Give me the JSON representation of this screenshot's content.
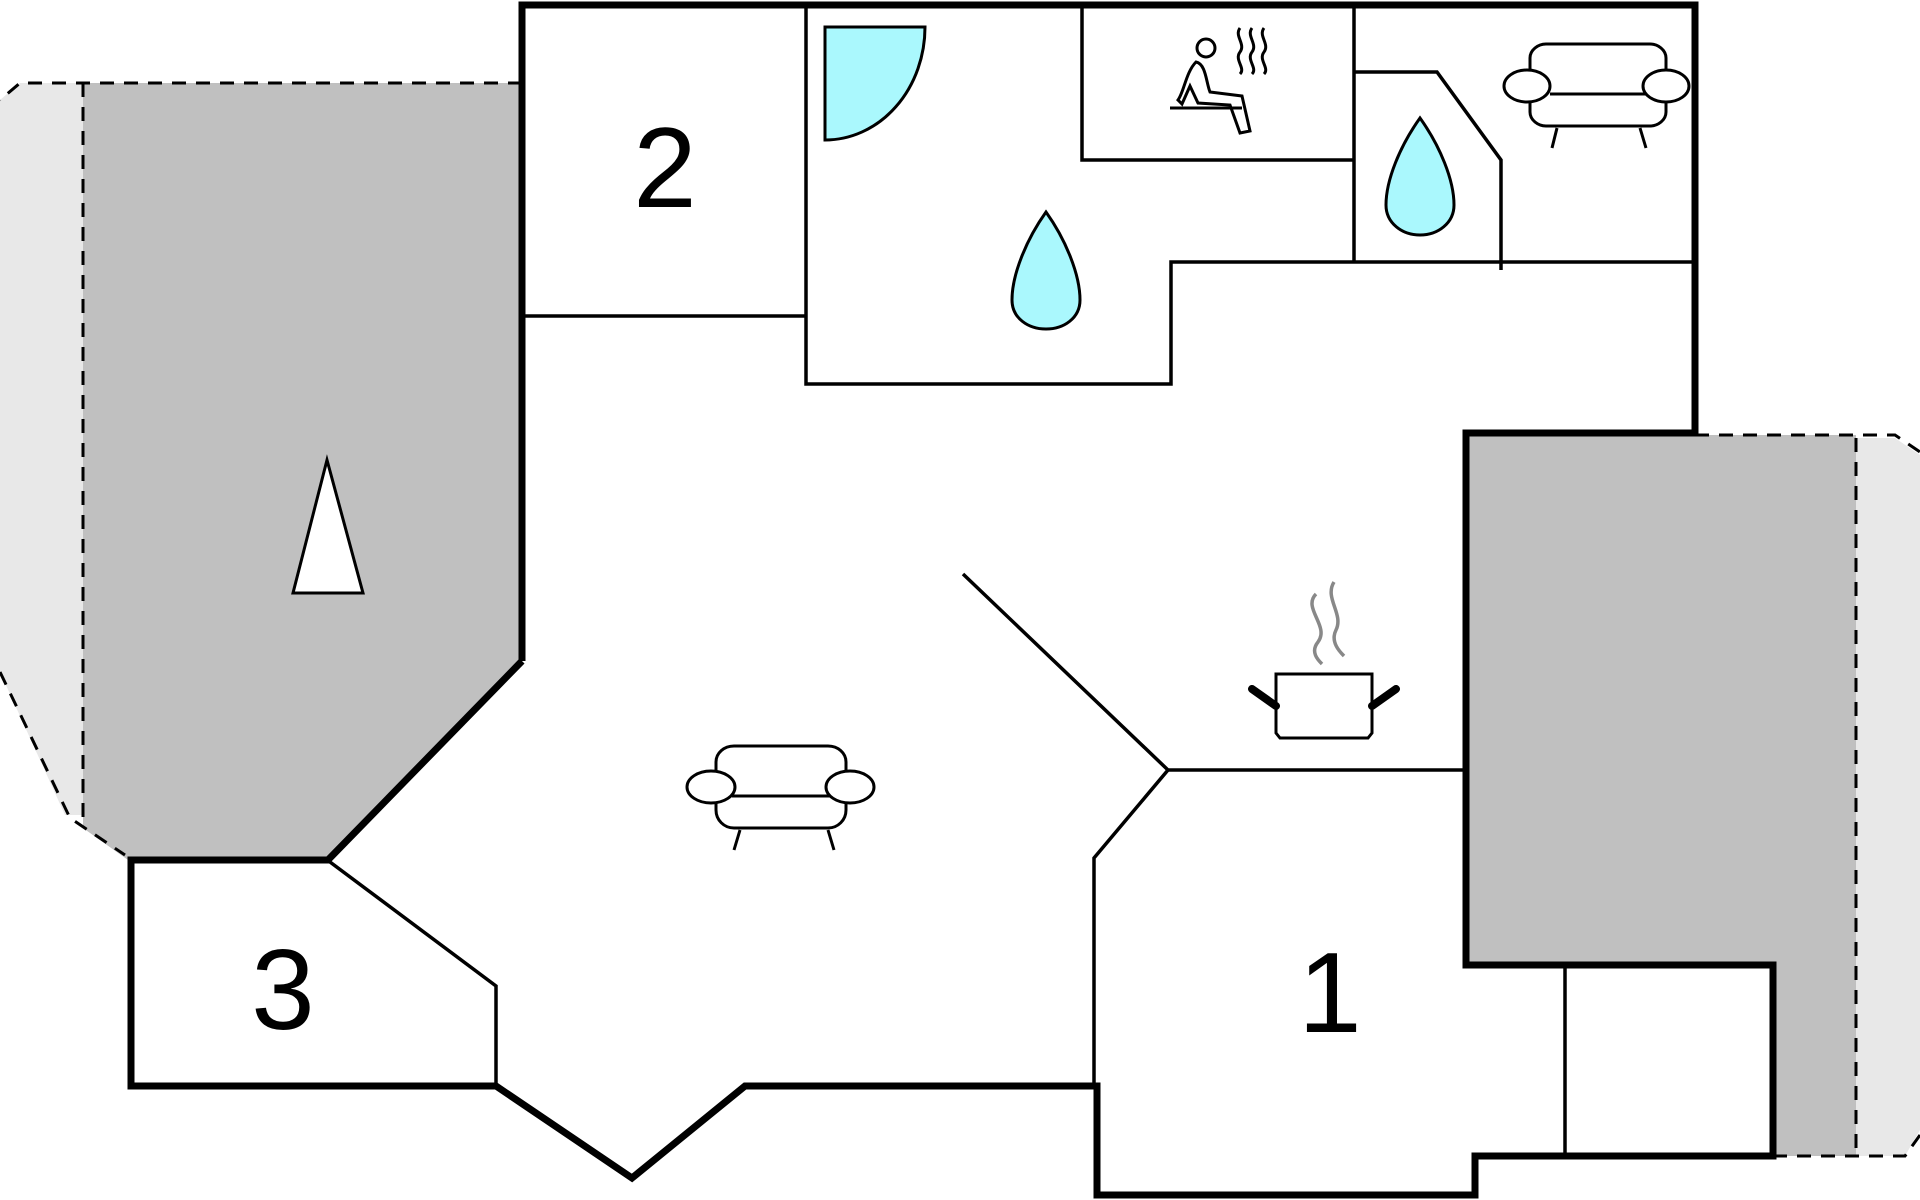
{
  "rooms": {
    "room_1": "1",
    "room_2": "2",
    "room_3": "3"
  },
  "icons": {
    "north_arrow": "north-arrow-icon",
    "shower": "shower-icon",
    "water_drop": "water-drop-icon",
    "sauna": "sauna-icon",
    "sofa": "sofa-icon",
    "cooking_pot": "cooking-pot-icon"
  },
  "colors": {
    "terrace_fill": "#c0c0c0",
    "outdoor_fill": "#e8e8e8",
    "water_fill": "#aaf8fd",
    "wall": "#000000",
    "steam": "#888888"
  }
}
